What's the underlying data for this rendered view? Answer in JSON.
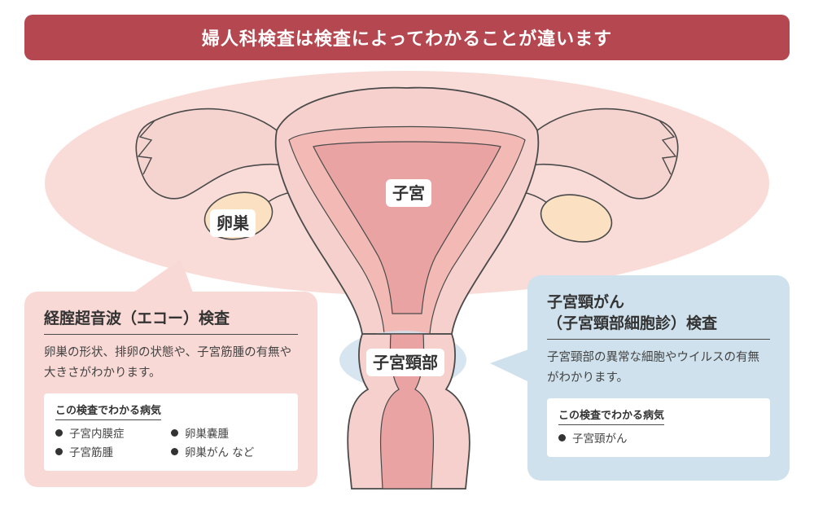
{
  "banner": {
    "title": "婦人科検査は検査によってわかることが違います"
  },
  "labels": {
    "uterus": "子宮",
    "ovary": "卵巣",
    "cervix": "子宮頸部"
  },
  "ultrasound": {
    "title": "経腟超音波（エコー）検査",
    "description": "卵巣の形状、排卵の状態や、子宮筋腫の有無や大きさがわかります。",
    "disease_heading": "この検査でわかる病気",
    "diseases": [
      "子宮内膜症",
      "卵巣嚢腫",
      "子宮筋腫",
      "卵巣がん など"
    ]
  },
  "cytology": {
    "title_line1": "子宮頸がん",
    "title_line2": "（子宮頸部細胞診）検査",
    "description": "子宮頸部の異常な細胞やウイルスの有無がわかります。",
    "disease_heading": "この検査でわかる病気",
    "diseases": [
      "子宮頸がん"
    ]
  },
  "colors": {
    "banner": "#b4474f",
    "ultrasound_panel": "#f9d9d6",
    "cytology_panel": "#cfe1ec",
    "uterus_fill": "#f5c7c3",
    "ovary_fill": "#fbe0c1"
  }
}
